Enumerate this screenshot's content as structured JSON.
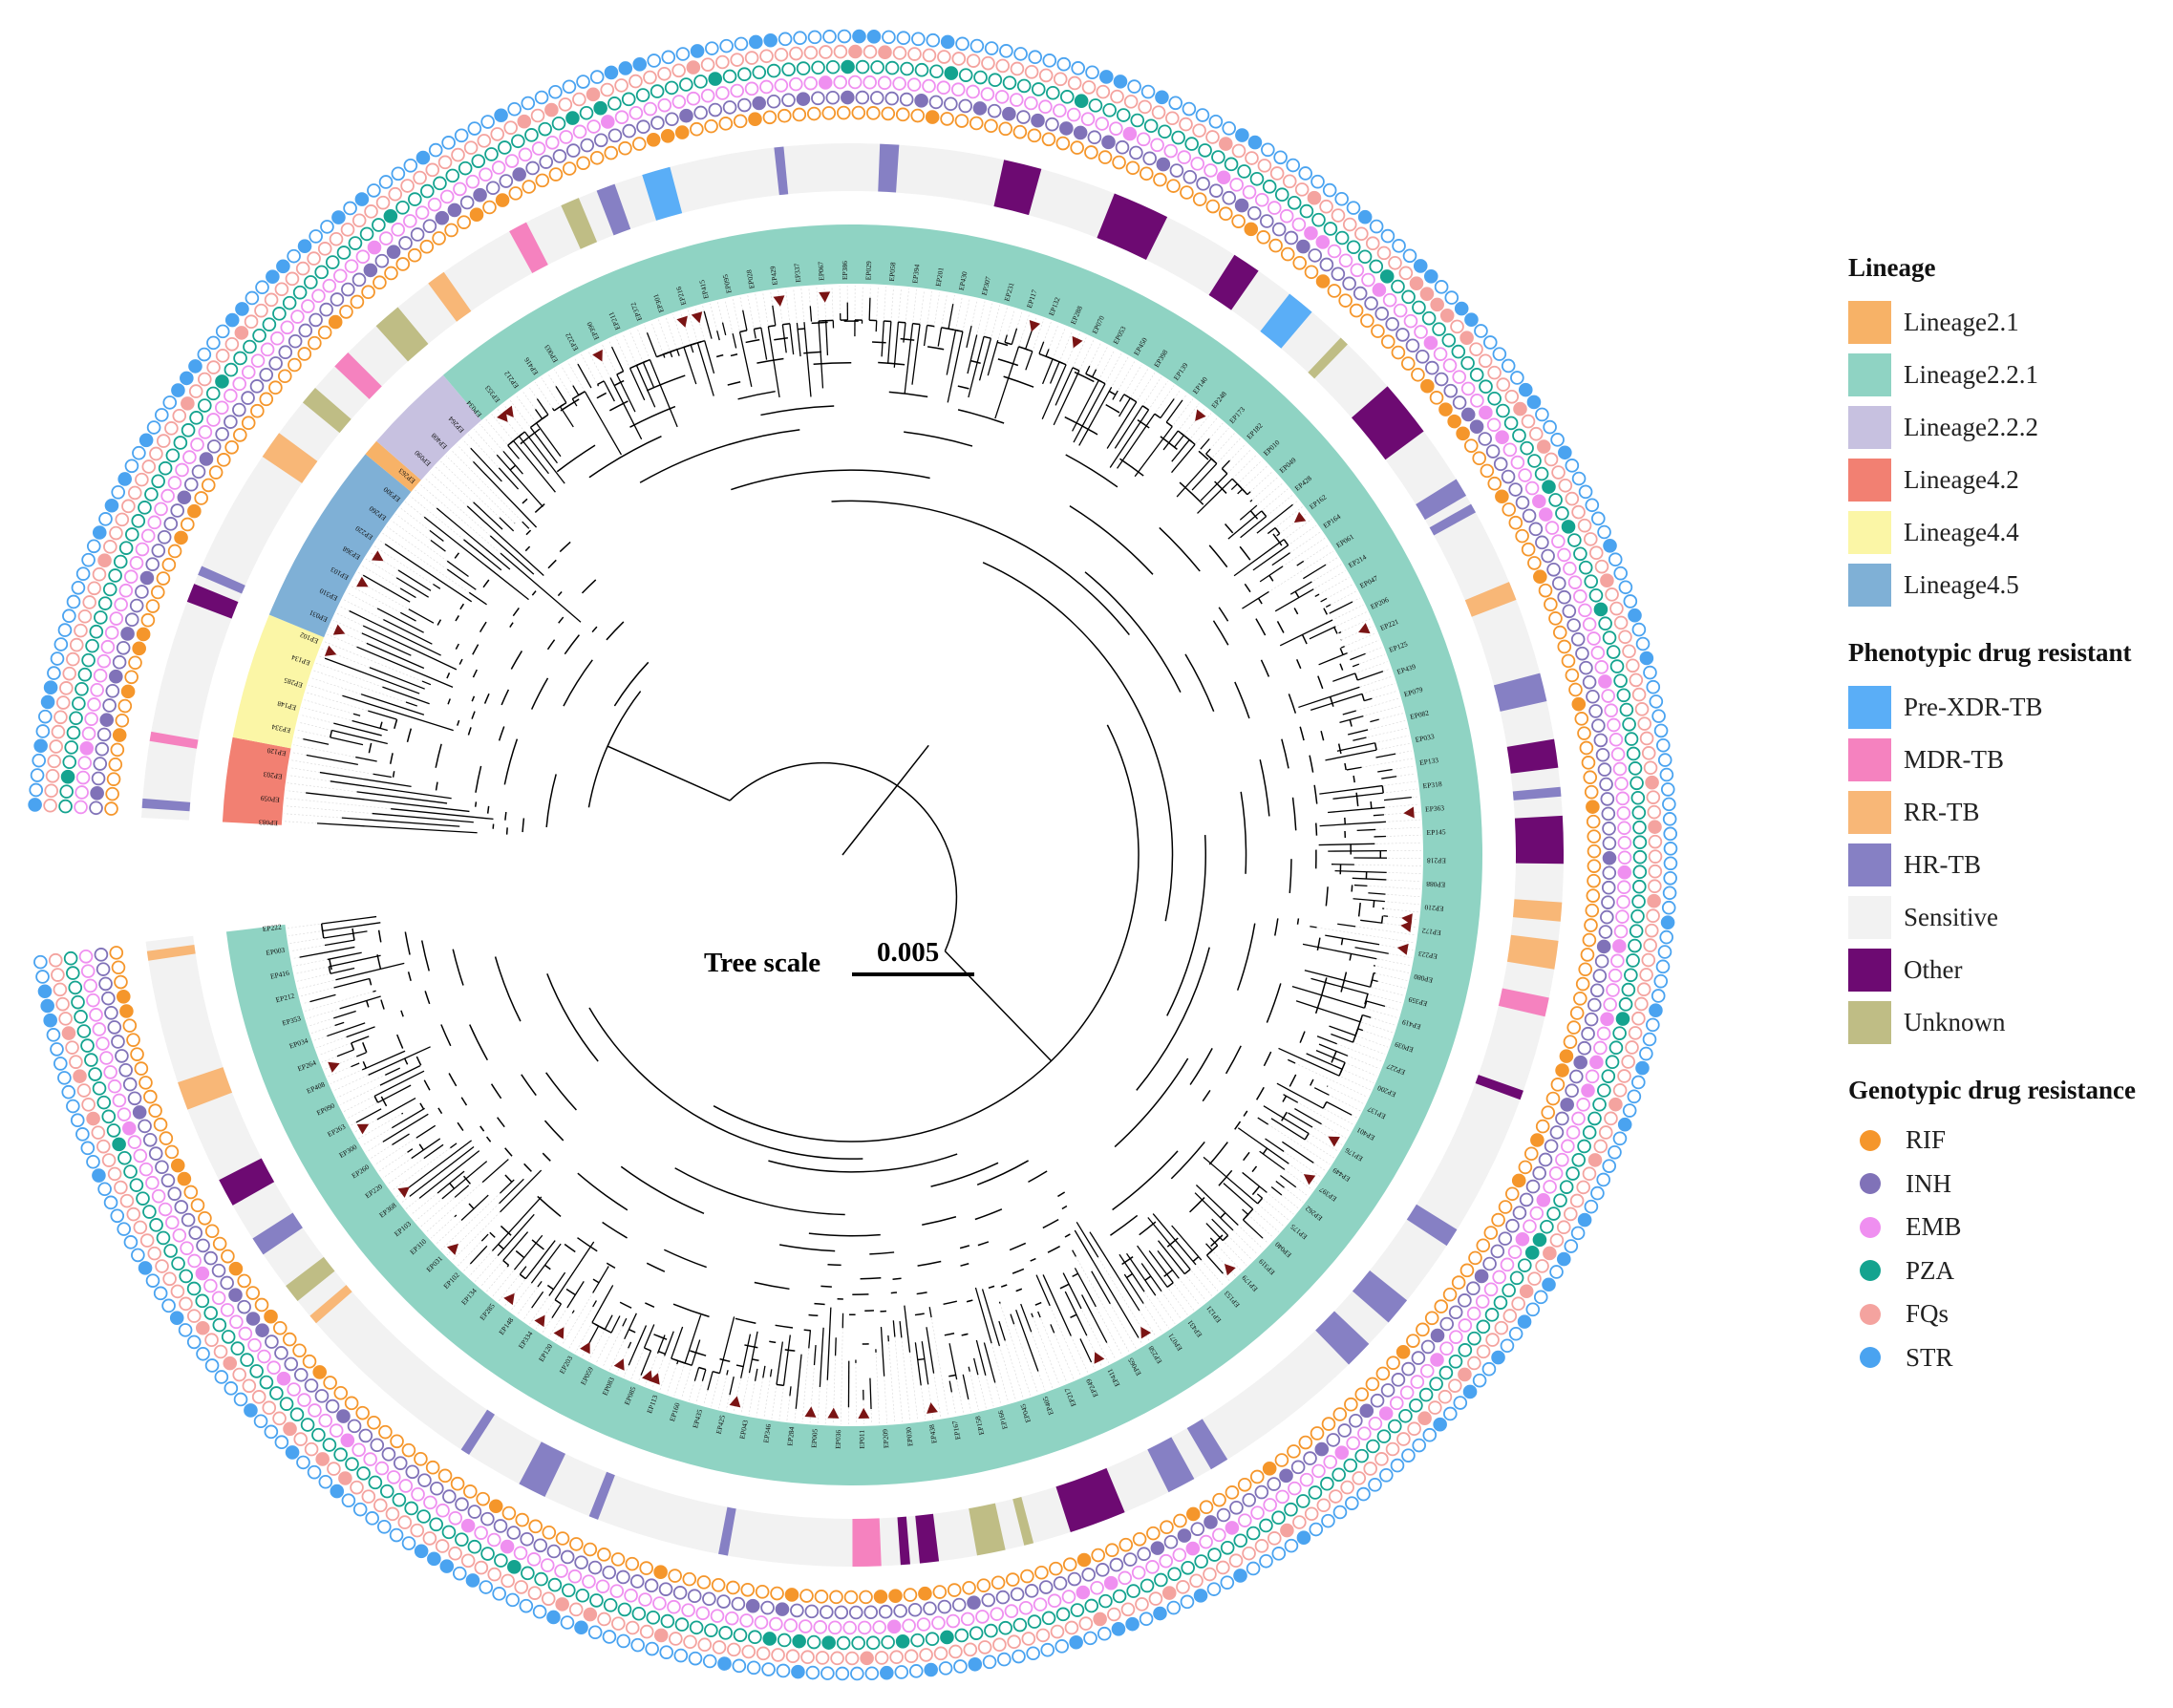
{
  "tree": {
    "scale_label": "Tree scale",
    "scale_value": "0.005"
  },
  "colors": {
    "lineage": {
      "Lineage2.1": "#f7b267",
      "Lineage2.2.1": "#8fd3c3",
      "Lineage2.2.2": "#c7c1e0",
      "Lineage4.2": "#f28072",
      "Lineage4.4": "#fbf6a6",
      "Lineage4.5": "#7fb0d6"
    },
    "phenotype": {
      "Pre-XDR-TB": "#5aaef7",
      "MDR-TB": "#f582bf",
      "RR-TB": "#f8b777",
      "HR-TB": "#8680c4",
      "Sensitive": "#f2f2f2",
      "Other": "#6d0a72",
      "Unknown": "#bfbd85"
    },
    "genotype": {
      "RIF": "#f5962b",
      "INH": "#8072b8",
      "EMB": "#ef8ff0",
      "PZA": "#14a38f",
      "FQs": "#f4a39f",
      "STR": "#4aa3f0"
    },
    "marker": "#7a1414"
  },
  "legend": {
    "lineage": {
      "title": "Lineage",
      "items": [
        "Lineage2.1",
        "Lineage2.2.1",
        "Lineage2.2.2",
        "Lineage4.2",
        "Lineage4.4",
        "Lineage4.5"
      ]
    },
    "phenotype": {
      "title": "Phenotypic drug resistant",
      "items": [
        "Pre-XDR-TB",
        "MDR-TB",
        "RR-TB",
        "HR-TB",
        "Sensitive",
        "Other",
        "Unknown"
      ]
    },
    "genotype": {
      "title": "Genotypic drug resistance",
      "items": [
        "RIF",
        "INH",
        "EMB",
        "PZA",
        "FQs",
        "STR"
      ]
    }
  },
  "lineage_segments": [
    {
      "lineage": "Lineage4.2",
      "count": 10
    },
    {
      "lineage": "Lineage4.4",
      "count": 15
    },
    {
      "lineage": "Lineage4.5",
      "count": 22
    },
    {
      "lineage": "Lineage2.1",
      "count": 2
    },
    {
      "lineage": "Lineage2.2.2",
      "count": 11
    },
    {
      "lineage": "Lineage2.2.1",
      "count": 391
    }
  ],
  "sample_labels_sampled": [
    "EP083",
    "EP059",
    "EP203",
    "EP120",
    "EP334",
    "EP148",
    "EP285",
    "EP134",
    "EP102",
    "EP031",
    "EP310",
    "EP103",
    "EP368",
    "EP220",
    "EP260",
    "EP300",
    "EP263",
    "EP090",
    "EP408",
    "EP264",
    "EP034",
    "EP353",
    "EP212",
    "EP416",
    "EP003",
    "EP222",
    "EP390",
    "EP211",
    "EP372",
    "EP301",
    "EP216",
    "EP415",
    "EP095",
    "EP028",
    "EP429",
    "EP337",
    "EP067",
    "EP386",
    "EP029",
    "EP058",
    "EP394",
    "EP201",
    "EP430",
    "EP307",
    "EP231",
    "EP117",
    "EP132",
    "EP288",
    "EP070",
    "EP053",
    "EP450",
    "EP398",
    "EP139",
    "EP140",
    "EP248",
    "EP173",
    "EP182",
    "EP010",
    "EP049",
    "EP428",
    "EP162",
    "EP164",
    "EP061",
    "EP214",
    "EP047",
    "EP206",
    "EP221",
    "EP125",
    "EP439",
    "EP079",
    "EP082",
    "EP033",
    "EP133",
    "EP318",
    "EP363",
    "EP145",
    "EP218",
    "EP088",
    "EP210",
    "EP172",
    "EP223",
    "EP080",
    "EP359",
    "EP419",
    "EP039",
    "EP227",
    "EP200",
    "EP137",
    "EP401",
    "EP176",
    "EP449",
    "EP397",
    "EP262",
    "EP175",
    "EP040",
    "EP319",
    "EP179",
    "EP153",
    "EP121",
    "EP431",
    "EP071",
    "EP258",
    "EP065",
    "EP411",
    "EP249",
    "EP217",
    "EP405",
    "EP045",
    "EP166",
    "EP158",
    "EP167",
    "EP438",
    "EP030",
    "EP209",
    "EP011",
    "EP036",
    "EP005",
    "EP284",
    "EP346",
    "EP043",
    "EP425",
    "EP435",
    "EP160",
    "EP113",
    "EP085"
  ]
}
